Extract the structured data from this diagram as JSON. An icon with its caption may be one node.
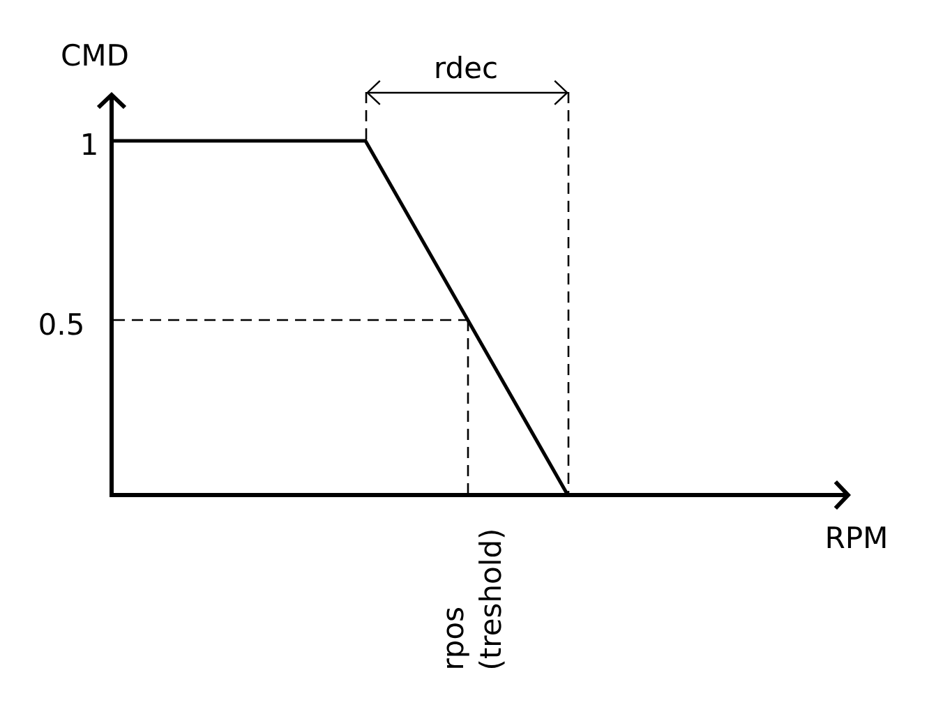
{
  "diagram": {
    "labels": [
      "CMD",
      "rdec",
      "1",
      "0.5",
      "RPM",
      "rpos (treshold)"
    ]
  }
}
